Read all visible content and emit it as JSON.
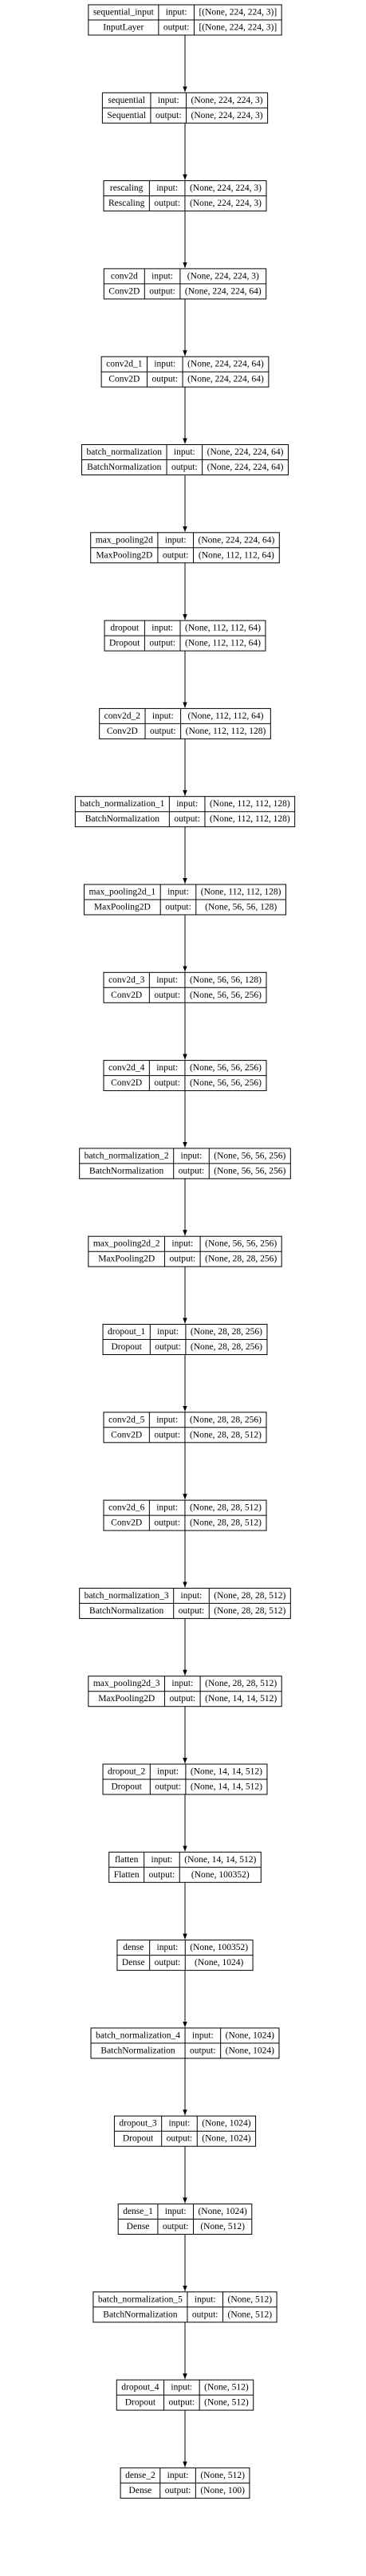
{
  "nodes": [
    {
      "name": "sequential_input",
      "type": "InputLayer",
      "input": "[(None, 224, 224, 3)]",
      "output": "[(None, 224, 224, 3)]"
    },
    {
      "name": "sequential",
      "type": "Sequential",
      "input": "(None, 224, 224, 3)",
      "output": "(None, 224, 224, 3)"
    },
    {
      "name": "rescaling",
      "type": "Rescaling",
      "input": "(None, 224, 224, 3)",
      "output": "(None, 224, 224, 3)"
    },
    {
      "name": "conv2d",
      "type": "Conv2D",
      "input": "(None, 224, 224, 3)",
      "output": "(None, 224, 224, 64)"
    },
    {
      "name": "conv2d_1",
      "type": "Conv2D",
      "input": "(None, 224, 224, 64)",
      "output": "(None, 224, 224, 64)"
    },
    {
      "name": "batch_normalization",
      "type": "BatchNormalization",
      "input": "(None, 224, 224, 64)",
      "output": "(None, 224, 224, 64)"
    },
    {
      "name": "max_pooling2d",
      "type": "MaxPooling2D",
      "input": "(None, 224, 224, 64)",
      "output": "(None, 112, 112, 64)"
    },
    {
      "name": "dropout",
      "type": "Dropout",
      "input": "(None, 112, 112, 64)",
      "output": "(None, 112, 112, 64)"
    },
    {
      "name": "conv2d_2",
      "type": "Conv2D",
      "input": "(None, 112, 112, 64)",
      "output": "(None, 112, 112, 128)"
    },
    {
      "name": "batch_normalization_1",
      "type": "BatchNormalization",
      "input": "(None, 112, 112, 128)",
      "output": "(None, 112, 112, 128)"
    },
    {
      "name": "max_pooling2d_1",
      "type": "MaxPooling2D",
      "input": "(None, 112, 112, 128)",
      "output": "(None, 56, 56, 128)"
    },
    {
      "name": "conv2d_3",
      "type": "Conv2D",
      "input": "(None, 56, 56, 128)",
      "output": "(None, 56, 56, 256)"
    },
    {
      "name": "conv2d_4",
      "type": "Conv2D",
      "input": "(None, 56, 56, 256)",
      "output": "(None, 56, 56, 256)"
    },
    {
      "name": "batch_normalization_2",
      "type": "BatchNormalization",
      "input": "(None, 56, 56, 256)",
      "output": "(None, 56, 56, 256)"
    },
    {
      "name": "max_pooling2d_2",
      "type": "MaxPooling2D",
      "input": "(None, 56, 56, 256)",
      "output": "(None, 28, 28, 256)"
    },
    {
      "name": "dropout_1",
      "type": "Dropout",
      "input": "(None, 28, 28, 256)",
      "output": "(None, 28, 28, 256)"
    },
    {
      "name": "conv2d_5",
      "type": "Conv2D",
      "input": "(None, 28, 28, 256)",
      "output": "(None, 28, 28, 512)"
    },
    {
      "name": "conv2d_6",
      "type": "Conv2D",
      "input": "(None, 28, 28, 512)",
      "output": "(None, 28, 28, 512)"
    },
    {
      "name": "batch_normalization_3",
      "type": "BatchNormalization",
      "input": "(None, 28, 28, 512)",
      "output": "(None, 28, 28, 512)"
    },
    {
      "name": "max_pooling2d_3",
      "type": "MaxPooling2D",
      "input": "(None, 28, 28, 512)",
      "output": "(None, 14, 14, 512)"
    },
    {
      "name": "dropout_2",
      "type": "Dropout",
      "input": "(None, 14, 14, 512)",
      "output": "(None, 14, 14, 512)"
    },
    {
      "name": "flatten",
      "type": "Flatten",
      "input": "(None, 14, 14, 512)",
      "output": "(None, 100352)"
    },
    {
      "name": "dense",
      "type": "Dense",
      "input": "(None, 100352)",
      "output": "(None, 1024)"
    },
    {
      "name": "batch_normalization_4",
      "type": "BatchNormalization",
      "input": "(None, 1024)",
      "output": "(None, 1024)"
    },
    {
      "name": "dropout_3",
      "type": "Dropout",
      "input": "(None, 1024)",
      "output": "(None, 1024)"
    },
    {
      "name": "dense_1",
      "type": "Dense",
      "input": "(None, 1024)",
      "output": "(None, 512)"
    },
    {
      "name": "batch_normalization_5",
      "type": "BatchNormalization",
      "input": "(None, 512)",
      "output": "(None, 512)"
    },
    {
      "name": "dropout_4",
      "type": "Dropout",
      "input": "(None, 512)",
      "output": "(None, 512)"
    },
    {
      "name": "dense_2",
      "type": "Dense",
      "input": "(None, 512)",
      "output": "(None, 100)"
    }
  ],
  "port_labels": {
    "input": "input:",
    "output": "output:"
  },
  "colors": {
    "border": "#000000",
    "background": "#ffffff",
    "text": "#000000"
  }
}
